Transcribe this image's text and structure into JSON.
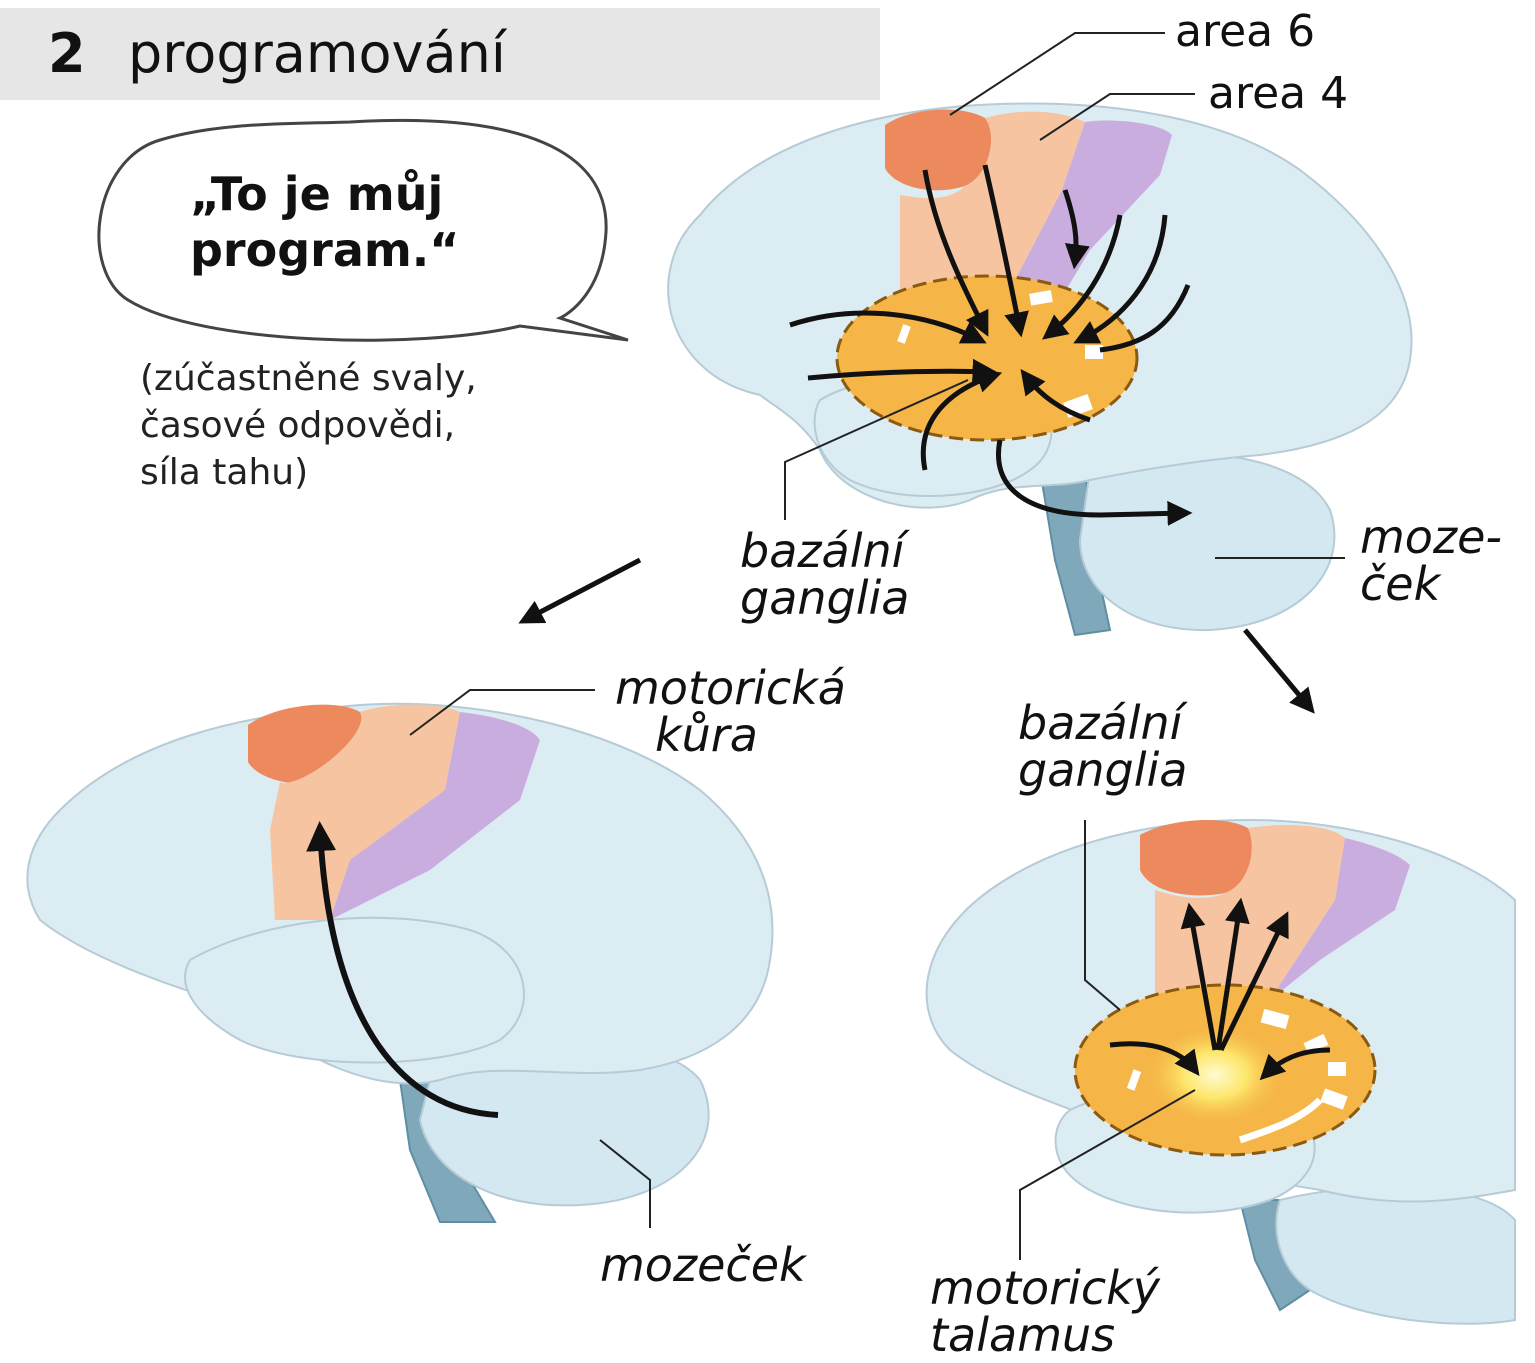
{
  "header": {
    "number": "2",
    "title": "programování"
  },
  "speech_bubble": {
    "lines": [
      "„To je můj",
      "program.“"
    ]
  },
  "parameters": {
    "lines": [
      "(zúčastněné svaly,",
      "časové odpovědi,",
      "síla tahu)"
    ]
  },
  "top_diagram": {
    "area6_label": "area 6",
    "area4_label": "area 4",
    "basal_ganglia_label": [
      "bazální",
      "ganglia"
    ],
    "cerebellum_label": [
      "moze-",
      "ček"
    ]
  },
  "left_diagram": {
    "motor_cortex_label": [
      "motorická",
      "kůra"
    ],
    "cerebellum_label": "mozeček"
  },
  "right_diagram": {
    "basal_ganglia_label": [
      "bazální",
      "ganglia"
    ],
    "thalamus_label": [
      "motorický",
      "talamus"
    ]
  },
  "colors": {
    "brain_fill": "#dcecf3",
    "brain_outline": "#b6cbd6",
    "brainstem": "#7fa9bb",
    "area6": "#ec8a5e",
    "area4": "#f6c4a0",
    "somatosensory": "#c9addf",
    "basal_ganglia": "#f5b547",
    "thalamus_glow": "#fff59a",
    "arrow": "#111111",
    "header_bg": "#e6e6e6"
  }
}
